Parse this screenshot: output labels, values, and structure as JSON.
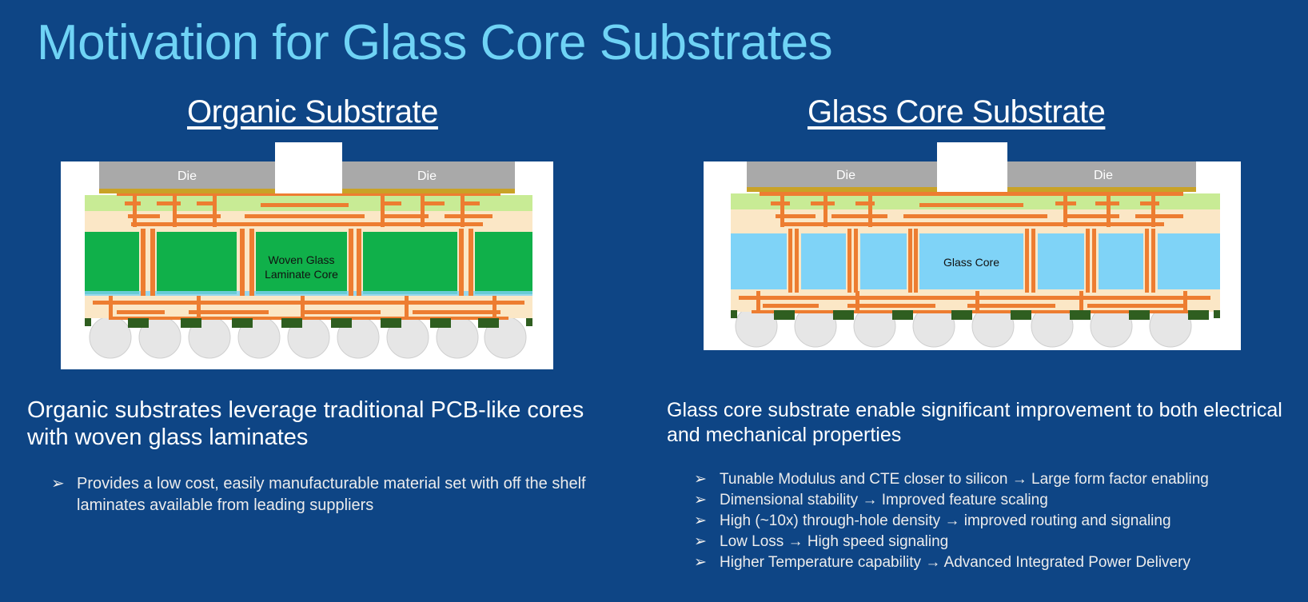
{
  "title": "Motivation for Glass Core Substrates",
  "left": {
    "heading": "Organic Substrate",
    "diagram": {
      "die_labels": [
        "Die",
        "Die"
      ],
      "core_label": [
        "Woven Glass",
        "Laminate Core"
      ]
    },
    "summary": "Organic substrates leverage traditional PCB-like cores with woven glass laminates",
    "bullets": [
      "Provides a low cost, easily manufacturable material set with off the shelf laminates available from leading suppliers"
    ]
  },
  "right": {
    "heading": "Glass Core Substrate",
    "diagram": {
      "die_labels": [
        "Die",
        "Die"
      ],
      "core_label": "Glass Core"
    },
    "summary": "Glass core substrate enable significant improvement to both electrical and mechanical properties",
    "bullets": [
      "Tunable Modulus and CTE closer to silicon → Large form factor enabling",
      "Dimensional stability → Improved feature scaling",
      "High (~10x) through-hole density → improved routing and signaling",
      "Low Loss → High speed signaling",
      "Higher Temperature capability → Advanced Integrated Power Delivery"
    ]
  },
  "bullet_marker": "➢",
  "colors": {
    "background": "#0e4585",
    "title": "#6fd3f5",
    "die": "#a9a9a9",
    "organic_core": "#10b04a",
    "glass_core": "#7fd3f7",
    "buildup": "#fbe7c6",
    "copper": "#ed7d31",
    "solder_resist": "#c8eb95",
    "pad": "#2f5e20",
    "bump": "#e8e8e8"
  }
}
